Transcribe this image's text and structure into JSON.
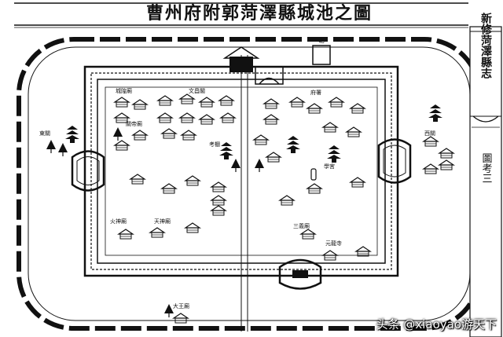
{
  "title": "曹州府附郭菏澤縣城池之圖",
  "side_panel": {
    "book_title": "新修菏澤縣志",
    "section": "圖考三"
  },
  "top_gate_label": "北",
  "watermark": "头条 @xiaoyao游天下",
  "colors": {
    "ink": "#111111",
    "paper": "#ffffff"
  },
  "labels": {
    "top_left_block": "城隍廟",
    "upper_mid_block": "文昌閣",
    "left_temple": "關帝廟",
    "center_column": "考棚",
    "center_left_bottom": "天神廟",
    "bottom_left_shrine": "火神廟",
    "lower_right_block": "三義廟",
    "lower_right_pagoda": "元龍寺",
    "right_top_block": "府署",
    "right_center_tower": "學宮",
    "bottom_outside": "大王廟",
    "left_outside": "東關",
    "right_outside": "西關"
  }
}
